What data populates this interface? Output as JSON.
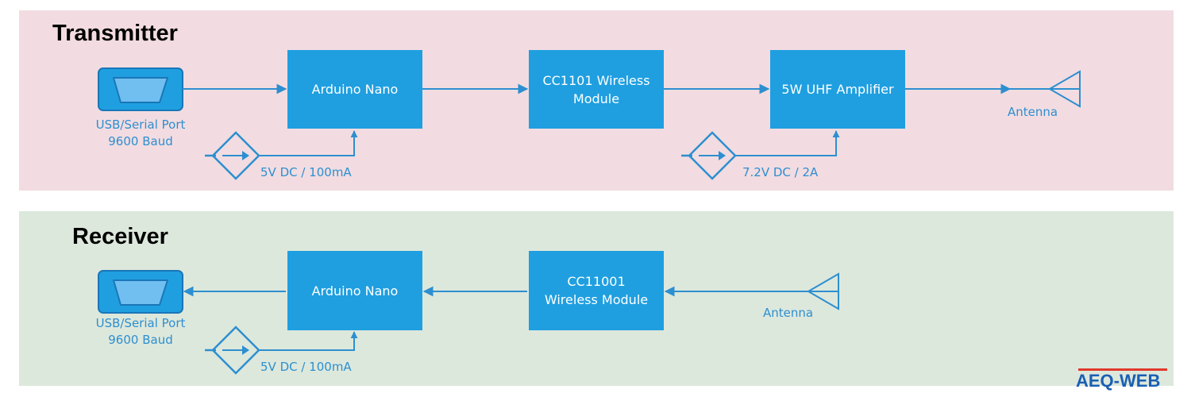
{
  "transmitter": {
    "title": "Transmitter",
    "usb_label": "USB/Serial Port\n9600 Baud",
    "blocks": {
      "arduino": "Arduino Nano",
      "cc1101": "CC1101 Wireless\nModule",
      "amp": "5W UHF Amplifier"
    },
    "power1": "5V DC / 100mA",
    "power2": "7.2V DC / 2A",
    "antenna": "Antenna"
  },
  "receiver": {
    "title": "Receiver",
    "usb_label": "USB/Serial Port\n9600 Baud",
    "blocks": {
      "arduino": "Arduino Nano",
      "cc11001": "CC11001\nWireless Module"
    },
    "power1": "5V DC / 100mA",
    "antenna": "Antenna"
  },
  "logo": "AEQ-WEB",
  "colors": {
    "block": "#1f9fe0",
    "line": "#2d8fd0",
    "tx_bg": "#f2dce1",
    "rx_bg": "#dde8dc"
  }
}
